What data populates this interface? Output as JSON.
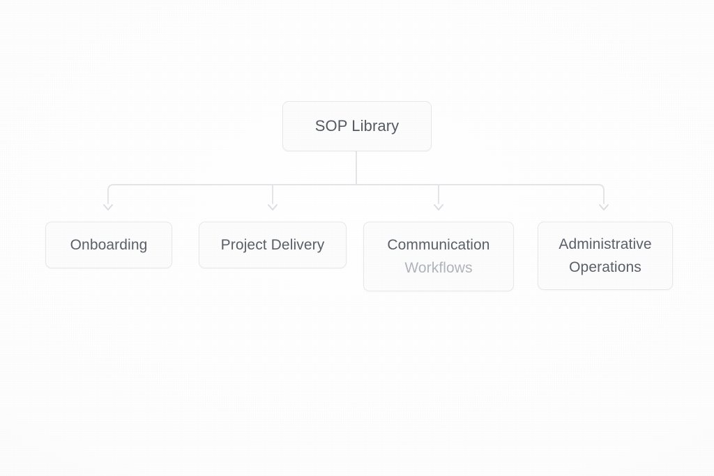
{
  "diagram": {
    "title": "SOP Library",
    "type": "tree",
    "orientation": "top-down",
    "background_color": "#fdfdfd",
    "edge_color": "#e4e5e9",
    "node_border_color": "#e7e8ea",
    "node_fill_color": "#fcfcfd",
    "text_color": "#5b6068",
    "muted_text_color": "#b0b4bb"
  },
  "root": {
    "label": "SOP Library"
  },
  "children": [
    {
      "label": "Onboarding",
      "line1": "Onboarding",
      "line2": ""
    },
    {
      "label": "Project Delivery",
      "line1": "Project Delivery",
      "line2": ""
    },
    {
      "label": "Communication Workflows",
      "line1": "Communication",
      "line2": "Workflows"
    },
    {
      "label": "Administrative Operations",
      "line1": "Administrative",
      "line2": "Operations"
    }
  ]
}
